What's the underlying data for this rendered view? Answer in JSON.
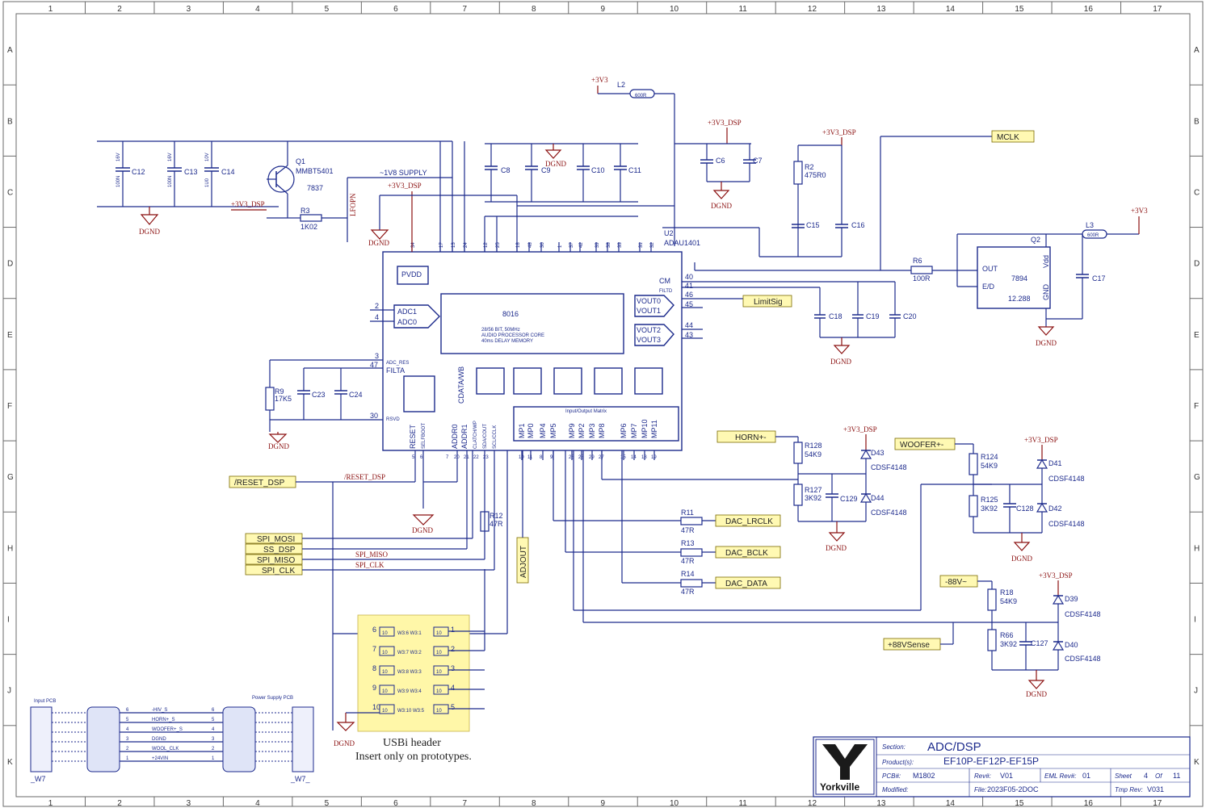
{
  "grid": {
    "columns": [
      "1",
      "2",
      "3",
      "4",
      "5",
      "6",
      "7",
      "8",
      "9",
      "10",
      "11",
      "12",
      "13",
      "14",
      "15",
      "16",
      "17"
    ],
    "rows": [
      "A",
      "B",
      "C",
      "D",
      "E",
      "F",
      "G",
      "H",
      "I",
      "J",
      "K"
    ]
  },
  "title_block": {
    "logo": "Yorkville",
    "section_label": "Section:",
    "section_value": "ADC/DSP",
    "products_label": "Product(s):",
    "products_value": "EF10P-EF12P-EF15P",
    "pcb_label": "PCB#:",
    "pcb_value": "M1802",
    "rev_label": "Rev#:",
    "rev_value": "V01",
    "eml_label": "EML Rev#:",
    "eml_value": "01",
    "sheet_label": "Sheet",
    "sheet_value": "4",
    "of_label": "Of",
    "of_value": "11",
    "modified_label": "Modified:",
    "file_label": "File:",
    "file_value": "2023F05-2DOC",
    "tmp_label": "Tmp Rev:",
    "tmp_value": "V031"
  },
  "net_labels": {
    "mclk": "MCLK",
    "limitsig": "LimitSig",
    "reset": "/RESET_DSP",
    "spi_mosi": "SPI_MOSI",
    "ss_dsp": "SS_DSP",
    "spi_miso": "SPI_MISO",
    "spi_clk": "SPI_CLK",
    "adjout": "ADJOUT",
    "dac_lrclk": "DAC_LRCLK",
    "dac_bclk": "DAC_BCLK",
    "dac_data": "DAC_DATA",
    "horn": "HORN+-",
    "woofer": "WOOFER+-",
    "v88": "-88V~",
    "v88sense": "+88VSense"
  },
  "red_labels": {
    "reset_dsp": "/RESET_DSP",
    "spi_miso": "SPI_MISO",
    "spi_clk": "SPI_CLK",
    "lfopn": "LFOPN",
    "supply_18": "~1V8 SUPPLY"
  },
  "power": {
    "v3": "+3V3",
    "v3dsp": "+3V3_DSP",
    "dgnd": "DGND"
  },
  "dsp": {
    "ref": "U2",
    "part": "ADAU1401",
    "core": "8016",
    "core_desc1": "28/56 BIT, 50MHz",
    "core_desc2": "AUDIO PROCESSOR CORE",
    "core_desc3": "40ms DELAY MEMORY",
    "pvdd": "PVDD",
    "adc1": "ADC1",
    "adc0": "ADC0",
    "vout0": "VOUT0",
    "vout1": "VOUT1",
    "vout2": "VOUT2",
    "vout3": "VOUT3",
    "cm": "CM",
    "filtd": "FILTD",
    "adc_res": "ADC_RES",
    "filta": "FILTA",
    "rsvd": "RSVD",
    "reset": "RESET",
    "selfboot": "SELFBOOT",
    "addr0": "ADDR0",
    "addr1": "ADDR1",
    "cdata": "CDATA/WB",
    "clatch": "CLATCH/WP",
    "sda": "SDA/COUT",
    "scl": "SCL/CCLK",
    "io_matrix": "Input/Output Matrix",
    "mp_labels": [
      "MP1",
      "MP0",
      "MP4",
      "MP5",
      "MP9",
      "MP2",
      "MP3",
      "MP8",
      "MP6",
      "MP7",
      "MP10",
      "MP11"
    ],
    "mp_pins": [
      "10",
      "11",
      "8",
      "9",
      "26",
      "28",
      "29",
      "27",
      "15",
      "14",
      "18",
      "19"
    ]
  },
  "parts": {
    "q1": "Q1",
    "q1_part": "MMBT5401",
    "q1_code": "7837",
    "q2": "Q2",
    "q2_part": "7894",
    "q2_freq": "12.288",
    "r3": "R3",
    "r3_val": "1K02",
    "r2": "R2",
    "r2_val": "475R0",
    "r6": "R6",
    "r6_val": "100R",
    "r9": "R9",
    "r9_val": "17K5",
    "r11": "R11",
    "r11_val": "47R",
    "r13": "R13",
    "r13_val": "47R",
    "r14": "R14",
    "r14_val": "47R",
    "r12": "R12",
    "r12_val": "47R",
    "r128": "R128",
    "r128_val": "54K9",
    "r127": "R127",
    "r127_val": "3K92",
    "r124": "R124",
    "r124_val": "54K9",
    "r125": "R125",
    "r125_val": "3K92",
    "r18": "R18",
    "r18_val": "54K9",
    "r66": "R66",
    "r66_val": "3K92",
    "l2": "L2",
    "l2_val": "600R",
    "l3": "L3",
    "l3_val": "600R",
    "c_labels": [
      "C12",
      "C13",
      "C14",
      "C8",
      "C9",
      "C10",
      "C11",
      "C6",
      "C7",
      "C15",
      "C16",
      "C23",
      "C24",
      "C18",
      "C19",
      "C20",
      "C17",
      "C129",
      "C128",
      "C127"
    ],
    "d_labels": [
      "D43",
      "D44",
      "D41",
      "D42",
      "D39",
      "D40"
    ],
    "diode_part": "CDSF4148",
    "osc_out": "OUT",
    "osc_ed": "E/D",
    "osc_gnd": "GND",
    "osc_vdd": "Vdd"
  },
  "usbi": {
    "title": "USBi header",
    "subtitle": "Insert only on prototypes.",
    "pins": [
      {
        "l": "6",
        "r": "1",
        "n": "W3:6 W3:1"
      },
      {
        "l": "7",
        "r": "2",
        "n": "W3:7 W3:2"
      },
      {
        "l": "8",
        "r": "3",
        "n": "W3:8 W3:3"
      },
      {
        "l": "9",
        "r": "4",
        "n": "W3:9 W3:4"
      },
      {
        "l": "10",
        "r": "5",
        "n": "W3:10 W3:5"
      }
    ]
  },
  "connector": {
    "left_title": "Input PCB",
    "right_title": "Power Supply PCB",
    "left_ref": "_W7",
    "right_ref": "_W7_",
    "rows": [
      {
        "n": "6",
        "label": "-HIV_S"
      },
      {
        "n": "5",
        "label": "HORN+_S"
      },
      {
        "n": "4",
        "label": "WOOFER+_S"
      },
      {
        "n": "3",
        "label": "DGND"
      },
      {
        "n": "2",
        "label": "WOOL_CLK"
      },
      {
        "n": "1",
        "label": "+24VIN"
      }
    ]
  }
}
